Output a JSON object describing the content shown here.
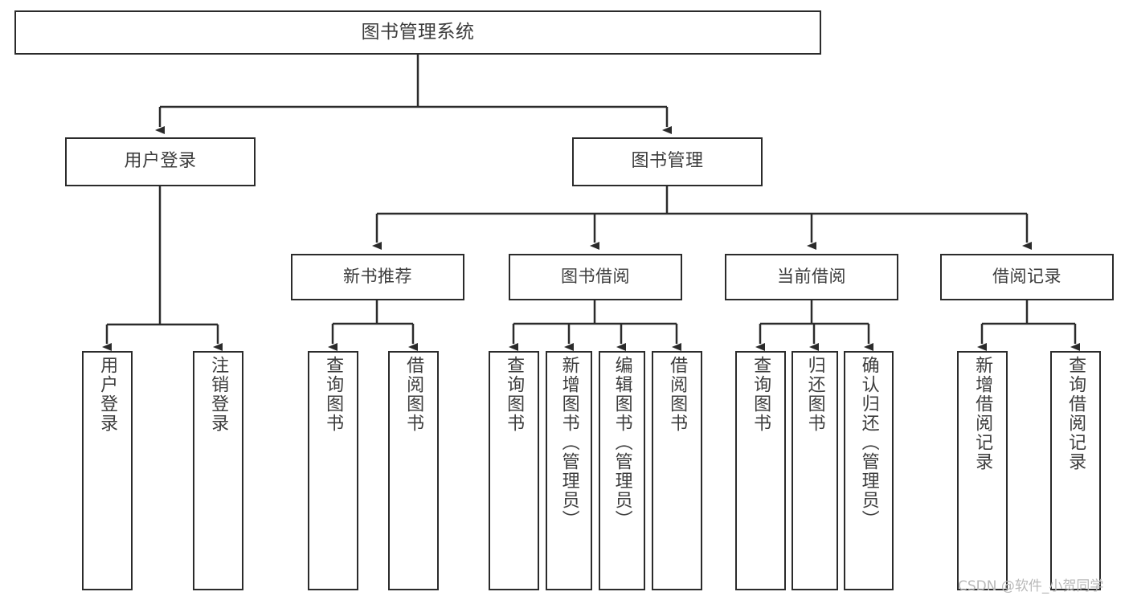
{
  "diagram": {
    "title": "图书管理系统",
    "type": "tree-hierarchy-chart",
    "watermark": "CSDN @软件_小贺同学",
    "stroke_color": "#2b2b2b",
    "text_color": "#3d3d3d",
    "background_color": "#ffffff"
  },
  "root": {
    "label": "图书管理系统"
  },
  "level2": [
    {
      "label": "用户登录"
    },
    {
      "label": "图书管理"
    }
  ],
  "level3": [
    {
      "label": "新书推荐"
    },
    {
      "label": "图书借阅"
    },
    {
      "label": "当前借阅"
    },
    {
      "label": "借阅记录"
    }
  ],
  "leaves": {
    "user_login": [
      {
        "label": "用户登录"
      },
      {
        "label": "注销登录"
      }
    ],
    "new_book_recommend": [
      {
        "label": "查询图书"
      },
      {
        "label": "借阅图书"
      }
    ],
    "book_borrow": [
      {
        "label": "查询图书"
      },
      {
        "label": "新增图书（管理员）"
      },
      {
        "label": "编辑图书（管理员）"
      },
      {
        "label": "借阅图书"
      }
    ],
    "current_borrow": [
      {
        "label": "查询图书"
      },
      {
        "label": "归还图书"
      },
      {
        "label": "确认归还（管理员）"
      }
    ],
    "borrow_record": [
      {
        "label": "新增借阅记录"
      },
      {
        "label": "查询借阅记录"
      }
    ]
  }
}
